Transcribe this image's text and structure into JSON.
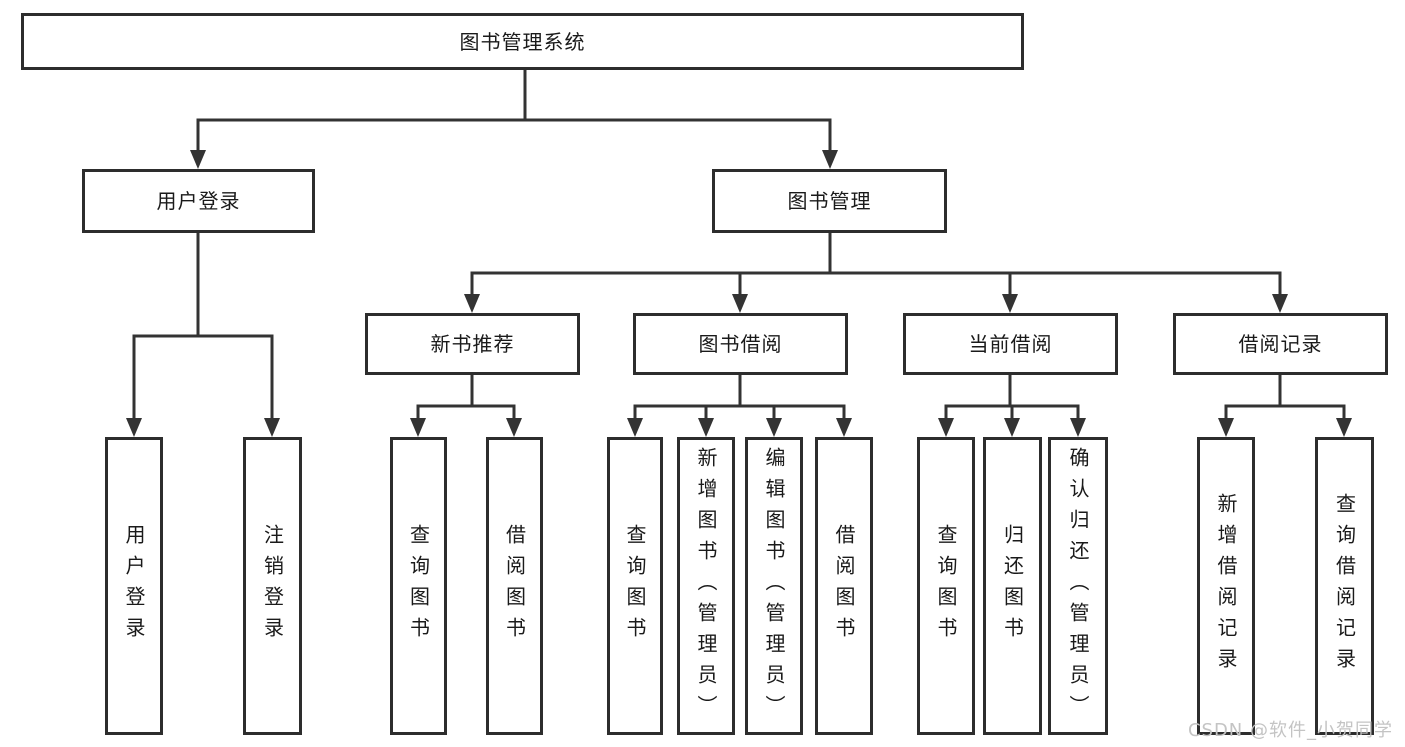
{
  "root": {
    "label": "图书管理系统"
  },
  "level2": {
    "user_login": {
      "label": "用户登录"
    },
    "book_management": {
      "label": "图书管理"
    }
  },
  "level3": {
    "new_book_recommend": {
      "label": "新书推荐"
    },
    "book_borrowing": {
      "label": "图书借阅"
    },
    "current_borrowing": {
      "label": "当前借阅"
    },
    "borrowing_records": {
      "label": "借阅记录"
    }
  },
  "level4": {
    "user_login": {
      "label": "用户登录"
    },
    "logout": {
      "label": "注销登录"
    },
    "nb_query_books": {
      "label": "查询图书"
    },
    "nb_borrow_books": {
      "label": "借阅图书"
    },
    "bb_query_books": {
      "label": "查询图书"
    },
    "bb_add_books_admin": {
      "label": "新增图书（管理员）"
    },
    "bb_edit_books_admin": {
      "label": "编辑图书（管理员）"
    },
    "bb_borrow_books": {
      "label": "借阅图书"
    },
    "cb_query_books": {
      "label": "查询图书"
    },
    "cb_return_books": {
      "label": "归还图书"
    },
    "cb_confirm_return_admin": {
      "label": "确认归还（管理员）"
    },
    "br_add_record": {
      "label": "新增借阅记录"
    },
    "br_query_record": {
      "label": "查询借阅记录"
    }
  },
  "watermark": {
    "text": "CSDN @软件_小贺同学"
  },
  "colors": {
    "background": "#ffffff",
    "box_border": "#2d2d2d",
    "connector_line": "#333333",
    "text": "#1a1a1a",
    "watermark": "#c4c4c4"
  }
}
